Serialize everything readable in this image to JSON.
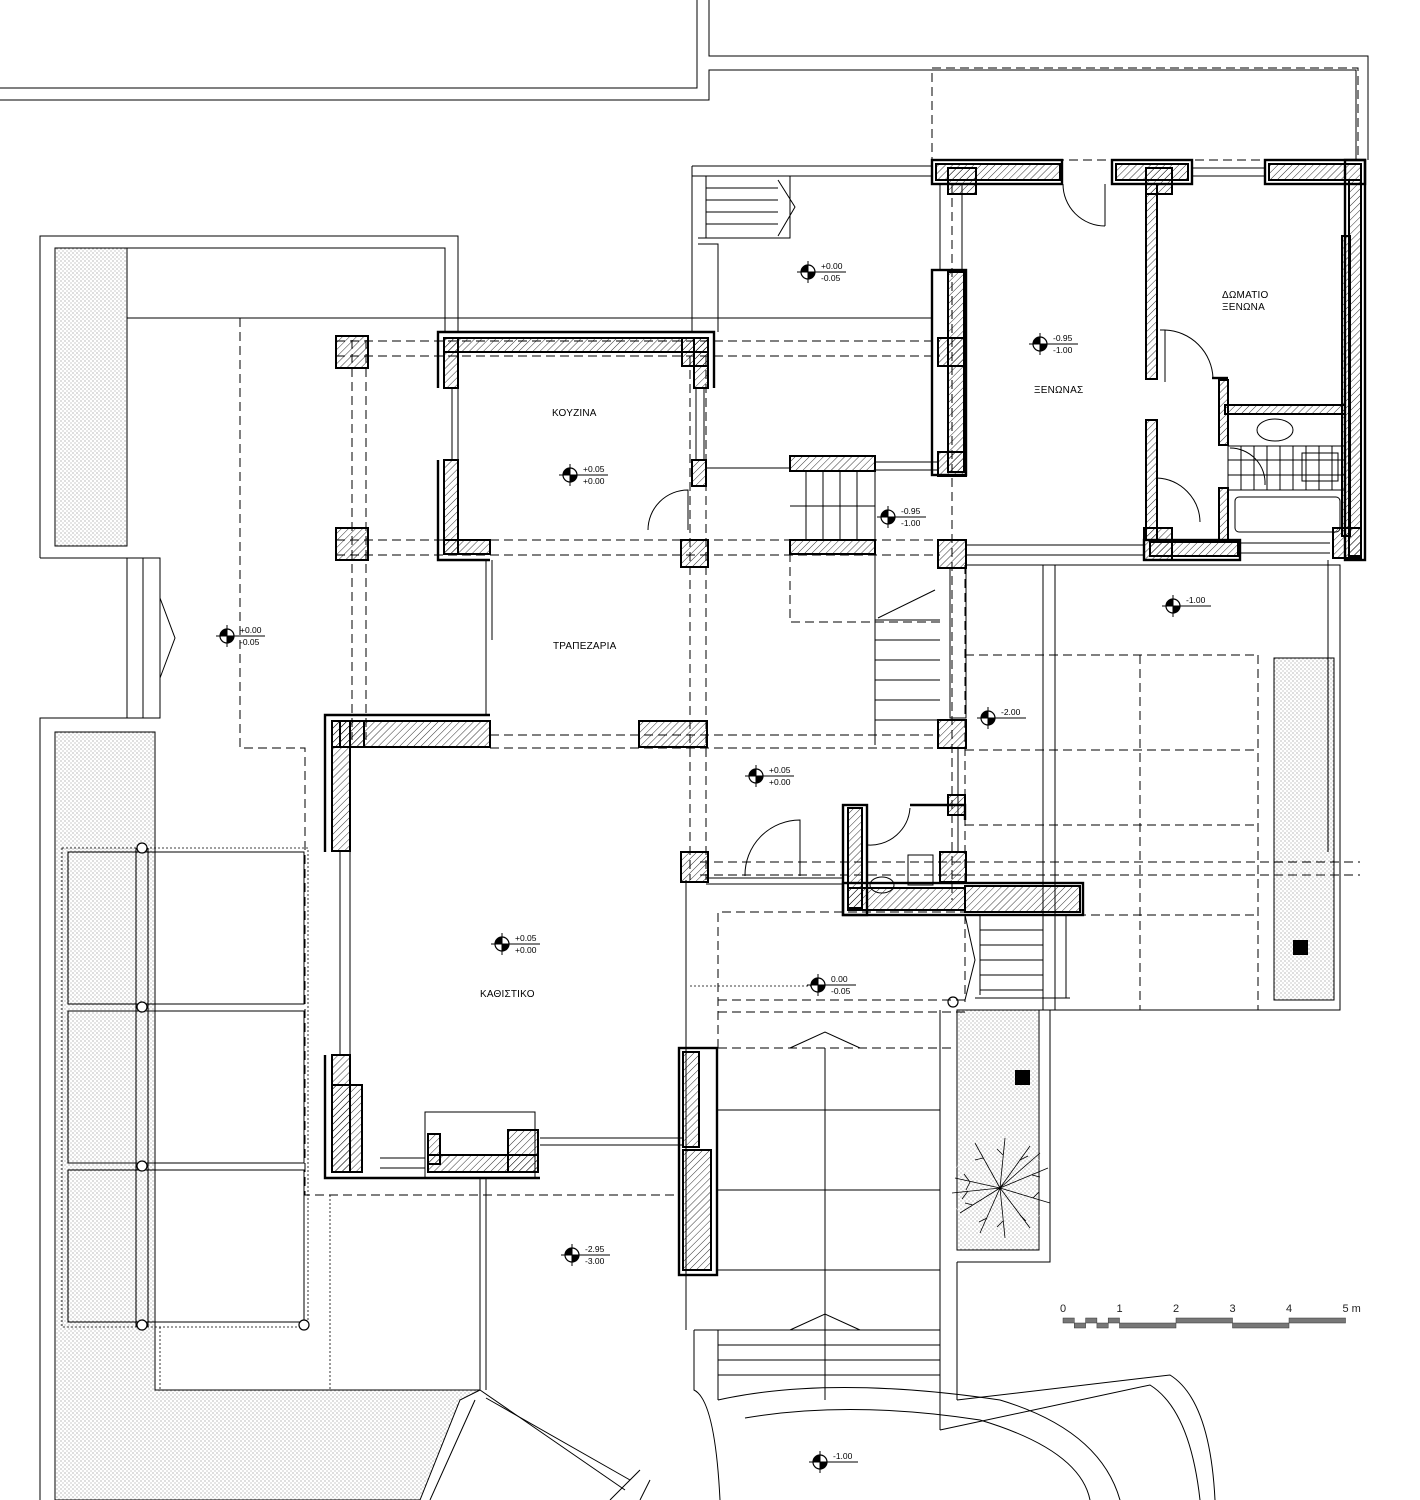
{
  "drawing": {
    "rooms": {
      "kitchen": "ΚΟΥΖΙΝΑ",
      "dining": "ΤΡΑΠΕΖΑΡΙΑ",
      "guest_house": "ΞΕΝΩΝΑΣ",
      "guest_room_line1": "ΔΩΜΑΤΙΟ",
      "guest_room_line2": "ΞΕΝΩΝΑ",
      "living": "ΚΑΘΙΣΤΙΚΟ"
    },
    "levels": [
      {
        "top": "+0.00",
        "bottom": "-0.05"
      },
      {
        "top": "-0.95",
        "bottom": "-1.00"
      },
      {
        "top": "+0.05",
        "bottom": "+0.00"
      },
      {
        "top": "-0.95",
        "bottom": "-1.00"
      },
      {
        "top": "+0.00",
        "bottom": "-0.05"
      },
      {
        "top": "-1.00",
        "bottom": ""
      },
      {
        "top": "-2.00",
        "bottom": ""
      },
      {
        "top": "+0.05",
        "bottom": "+0.00"
      },
      {
        "top": "+0.05",
        "bottom": "+0.00"
      },
      {
        "top": "0.00",
        "bottom": "-0.05"
      },
      {
        "top": "-2.95",
        "bottom": "-3.00"
      },
      {
        "top": "-1.00",
        "bottom": ""
      }
    ],
    "scale_bar": {
      "ticks": [
        "0",
        "1",
        "2",
        "3",
        "4",
        "5 m"
      ]
    },
    "colors": {
      "line": "#000000",
      "scale_fill": "#777777"
    }
  }
}
